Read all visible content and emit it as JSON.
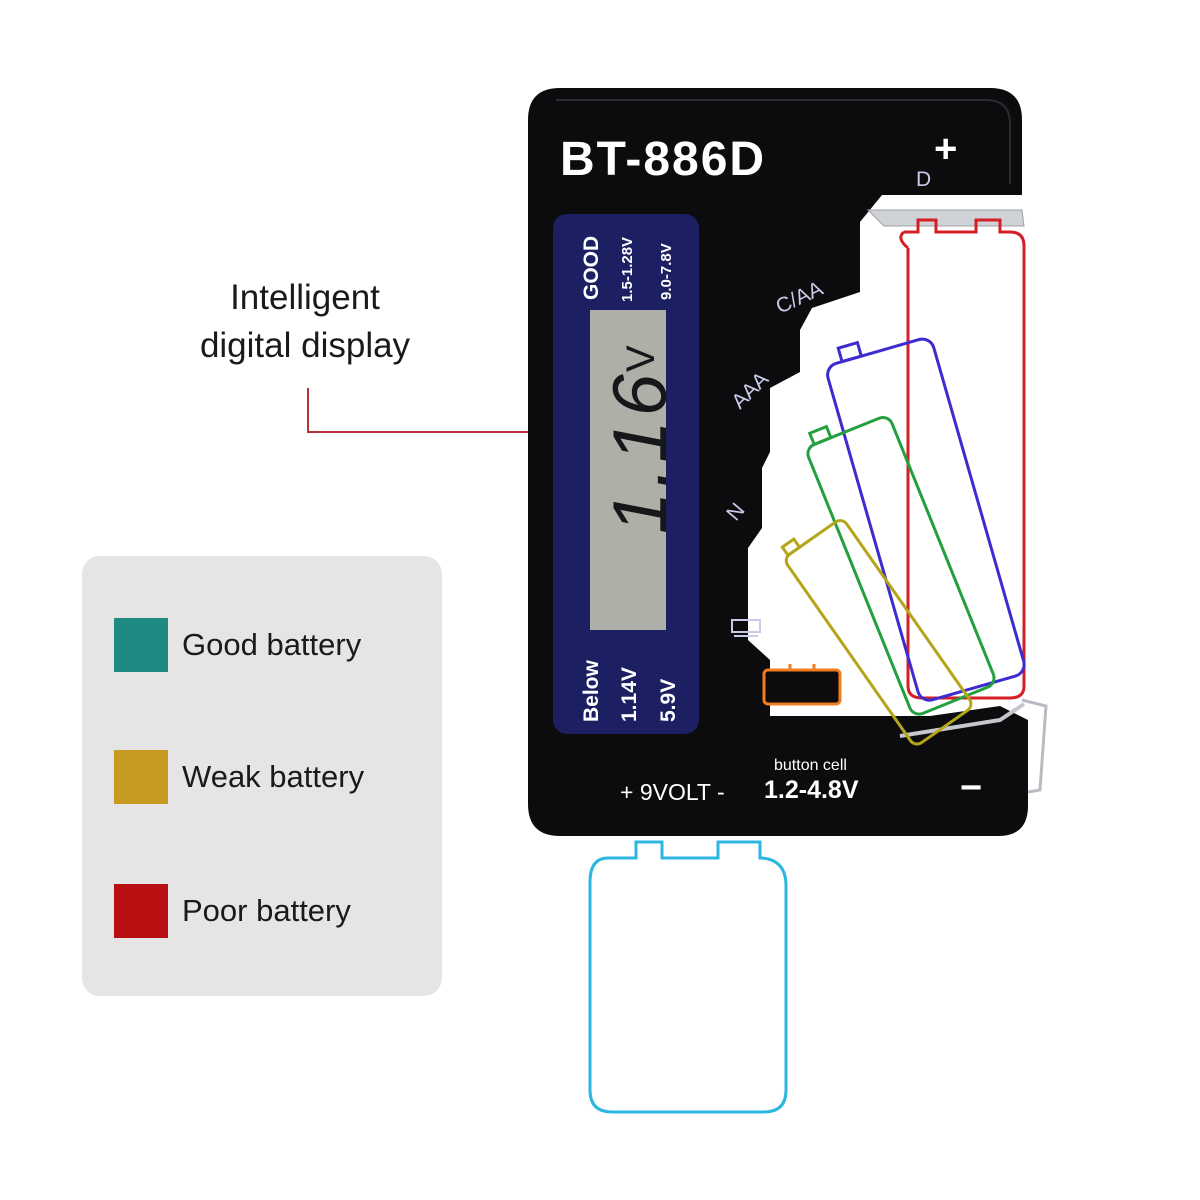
{
  "callout": {
    "line1": "Intelligent",
    "line2": "digital display",
    "line_color": "#b5323a"
  },
  "legend": [
    {
      "label": "Good battery",
      "color": "#1e8a82"
    },
    {
      "label": "Weak battery",
      "color": "#c79a24"
    },
    {
      "label": "Poor battery",
      "color": "#b70f12"
    }
  ],
  "device": {
    "model": "BT-886D",
    "plus_sign": "+",
    "minus_sign": "−",
    "slot_labels": [
      "D",
      "C/AA",
      "AAA",
      "N"
    ],
    "lcd": {
      "top_labels": [
        "GOOD",
        "1.5-1.28V",
        "9.0-7.8V"
      ],
      "reading": "1.16",
      "unit": "V",
      "bottom_labels": [
        "Below",
        "1.14V",
        "5.9V"
      ],
      "panel_color": "#1c2063",
      "screen_color": "#aeb0a8"
    },
    "nine_volt_label": "+ 9VOLT -",
    "button_cell_caption": "button cell",
    "button_cell_range": "1.2-4.8V"
  },
  "battery_outlines": [
    {
      "size": "D",
      "color": "#d31f26"
    },
    {
      "size": "C/AA",
      "color": "#3c2bd0"
    },
    {
      "size": "AAA",
      "color": "#22a040"
    },
    {
      "size": "N",
      "color": "#b5a51a"
    },
    {
      "size": "button",
      "color": "#f07d1e"
    },
    {
      "size": "9V",
      "color": "#2cb7df"
    }
  ]
}
